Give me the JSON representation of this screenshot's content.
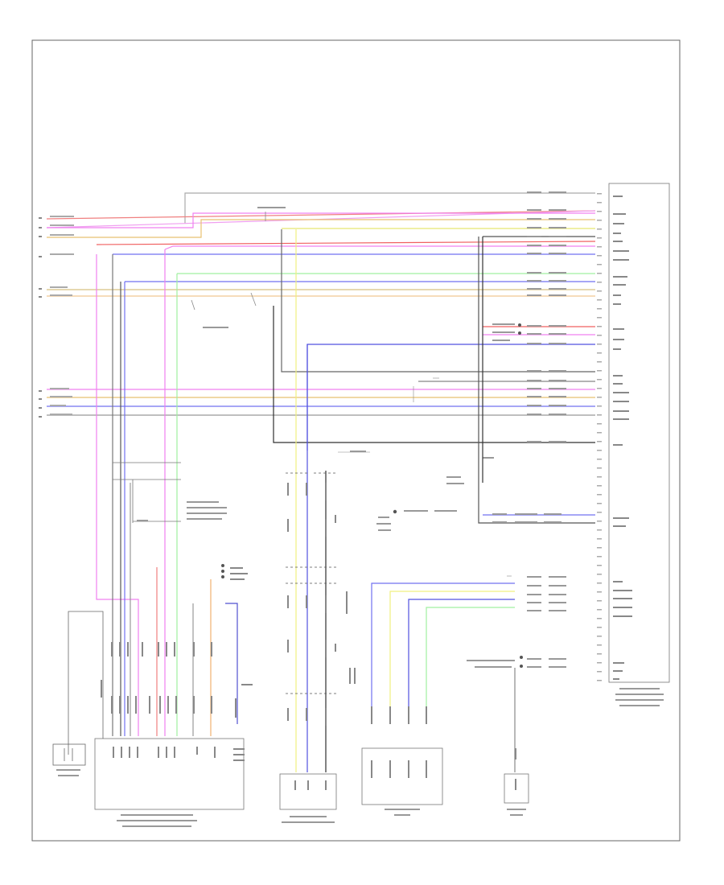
{
  "diagram": {
    "colors": {
      "red": "#f08080",
      "pink": "#f080f0",
      "yellow": "#e8e870",
      "orange": "#f0b870",
      "blue": "#7070f0",
      "green": "#a0f0a0",
      "grey": "#707070",
      "tan": "#d8c080",
      "black": "#303030",
      "frame": "#555555"
    },
    "corner_label": "",
    "components": [
      {
        "id": "audio-control-module",
        "caption": ""
      },
      {
        "id": "ignition-switch",
        "caption": ""
      },
      {
        "id": "instrument-panel-junction-box",
        "caption": ""
      },
      {
        "id": "satellite-antenna",
        "caption": ""
      },
      {
        "id": "satellite-radio-module",
        "caption": ""
      },
      {
        "id": "subwoofer-amplifier",
        "caption": ""
      },
      {
        "id": "audio-input-jack",
        "caption": ""
      },
      {
        "id": "battery-ground",
        "caption": ""
      }
    ]
  }
}
